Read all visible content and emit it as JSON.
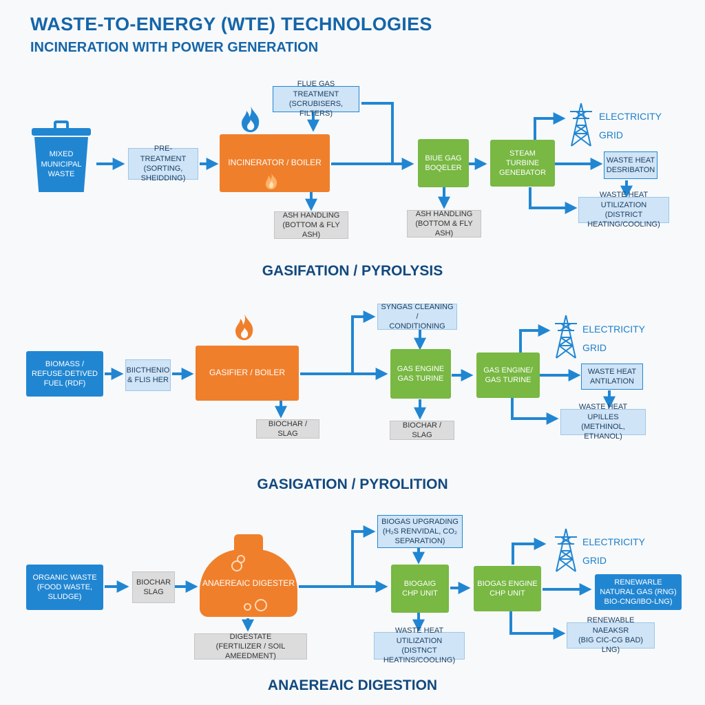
{
  "header": {
    "title": "WASTE-TO-ENERGY (WTE) TECHNOLOGIES",
    "subtitle": "INCINERATION WITH POWER GENERATION"
  },
  "section1": {
    "input": "Mixed\nMunicipal\nWaste",
    "pretreatment": "Pre-treatment\n(Sorting, Sheidding)",
    "flue_gas": "Flue Gas Treatment\n(Scrubisers, Filters)",
    "reactor": "Incinerator / Boiler",
    "ash1": "Ash Handling\n(Bottom & Fly Ash)",
    "boiler2": "Biue Gag\nBoqeler",
    "ash2": "Ash Handling\n(Bottom & Fly Ash)",
    "generator": "Steam Turbine\nGenebator",
    "grid": "Electricity\nGrid",
    "waste_heat": "Waste Heat\nDesribaton",
    "heat_use": "Waste Heat Utilization\n(District Heating/Cooling)"
  },
  "section2": {
    "label": "GASIFATION / PYROLYSIS",
    "input": "Biomass /\nRefuse-Detived\nFuel (RDF)",
    "pretreatment": "Biicthenio\n& Flis Her",
    "syngas": "Syngas Cleaning /\nConditioning",
    "reactor": "Gasifier / Boiler",
    "slag1": "Biochar / Slag",
    "engine1": "Gas Engine\nGas Turine",
    "slag2": "Biochar / Slag",
    "engine2": "Gas Engine/\nGas Turine",
    "grid": "Electricity\nGrid",
    "waste_heat": "Waste Heat\nAntilation",
    "heat_use": "Waste Heat Upilles\n(Methinol, Ethanol)"
  },
  "section3": {
    "label": "GASIGATION / PYROLITION",
    "input": "Organic Waste\n(Food Waste,\nSludge)",
    "pretreatment": "Biochar\nSlag",
    "upgrading": "Biogas Upgrading\n(H₂s Renvidal, Co₂\nSeparation)",
    "reactor": "Anaereaic Digester",
    "digestate": "Digestate\n(Fertilizer / Soil Ameedment)",
    "chp1": "Biogaig\nCHP Unit",
    "heat_use": "Waste Heat Utilization\n(Distnct Heatins/Cooling)",
    "chp2": "Biogas Engine\nCHP Unit",
    "grid": "Electricity\nGrid",
    "rng": "Renewarle\nNatural Gas (RNG)\nBio-CNG/Ibo-LNG)",
    "rng2": "Renewable Naeaksr\n(Big CIC-Cg BAd) LNG)"
  },
  "footer": {
    "label": "ANAEREAIC DIGESTION"
  },
  "colors": {
    "primary_blue": "#2186d2",
    "light_blue": "#cfe4f6",
    "orange": "#f07f2b",
    "green": "#78b843",
    "gray": "#dcdcdc",
    "title_blue": "#1565a8"
  },
  "icons": [
    "trash-bin-icon",
    "flame-icon",
    "transmission-tower-icon",
    "digester-tank-icon"
  ]
}
